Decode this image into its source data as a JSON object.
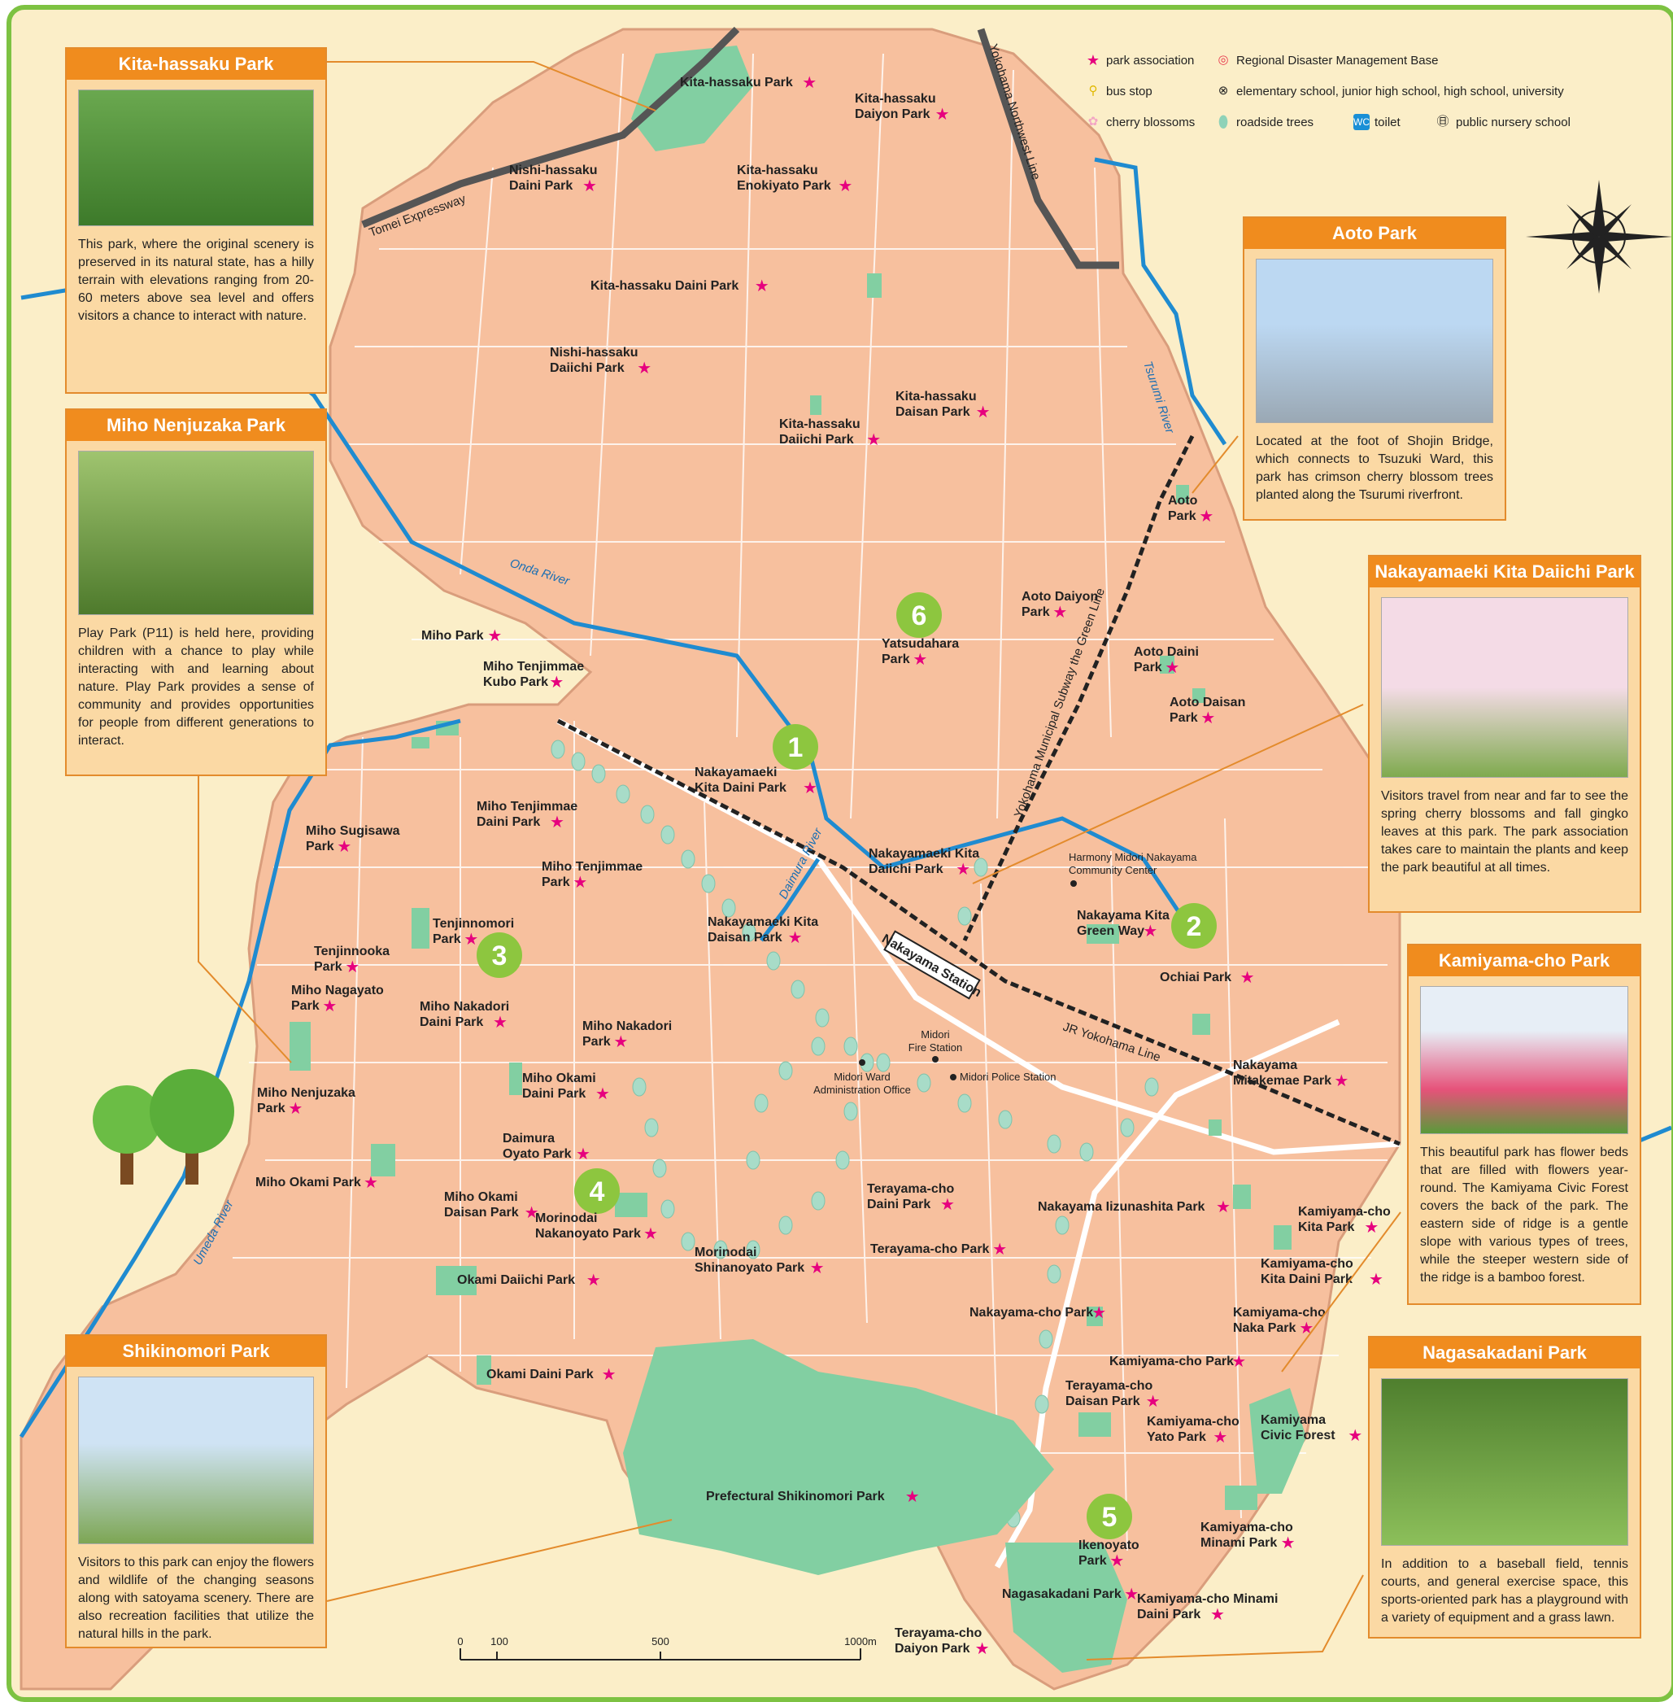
{
  "legend": {
    "park_association": "park association",
    "disaster_base": "Regional Disaster Management Base",
    "bus_stop": "bus stop",
    "schools": "elementary school, junior high school, high school, university",
    "cherry": "cherry blossoms",
    "roadside": "roadside trees",
    "toilet": "toilet",
    "nursery": "public nursery school"
  },
  "boxes": {
    "kita_hassaku": {
      "title": "Kita-hassaku Park",
      "text": "This park, where the original scenery is preserved in its natural state, has a hilly terrain with elevations ranging from 20-60 meters above sea level and offers visitors a chance to interact with nature."
    },
    "miho_nenjuzaka": {
      "title": "Miho Nenjuzaka Park",
      "text": "Play Park (P11) is held here, providing children with a chance to play while interacting with and learning about nature. Play Park provides a sense of community and provides opportunities for people from different generations to interact."
    },
    "shikinomori": {
      "title": "Shikinomori Park",
      "text": "Visitors to this park can enjoy the flowers and wildlife of the changing seasons along with satoyama scenery. There are also recreation facilities that utilize the natural hills in the park."
    },
    "aoto": {
      "title": "Aoto Park",
      "text": "Located at the foot of Shojin Bridge, which connects to Tsuzuki Ward, this park has crimson cherry blossom trees planted along the Tsurumi riverfront."
    },
    "nakayamaeki": {
      "title": "Nakayamaeki Kita Daiichi Park",
      "text": "Visitors travel from near and far to see the spring cherry blossoms and fall gingko leaves at this park. The park association takes care to maintain the plants and keep the park beautiful at all times."
    },
    "kamiyama": {
      "title": "Kamiyama-cho Park",
      "text": "This beautiful park has flower beds that are filled with flowers year-round. The Kamiyama Civic Forest covers the back of the park. The eastern side of ridge is a gentle slope with various types of trees, while the steeper western side of the ridge is a bamboo forest."
    },
    "nagasakadani": {
      "title": "Nagasakadani Park",
      "text": "In addition to a baseball field, tennis courts, and general exercise space, this sports-oriented park has a playground with a variety of equipment and a grass lawn."
    }
  },
  "map": {
    "rivers": {
      "onda": "Onda River",
      "tsurumi": "Tsurumi River",
      "umeda": "Umeda River",
      "daimura": "Daimura River"
    },
    "roads": {
      "tomei": "Tomei Expressway",
      "yokohama_nw": "Yokohama Northwest Line",
      "subway": "Yokohama Municipal Subway the Green Line",
      "jr": "JR Yokohama Line",
      "station": "Nakayama Station"
    },
    "numbers": [
      "1",
      "2",
      "3",
      "4",
      "5",
      "6"
    ],
    "facilities": {
      "harmony": [
        "Harmony Midori Nakayama",
        "Community Center"
      ],
      "fire": [
        "Midori",
        "Fire Station"
      ],
      "police": "Midori Police Station",
      "ward": [
        "Midori Ward",
        "Administration Office"
      ]
    },
    "labels": [
      [
        "Kita-hassaku Park"
      ],
      [
        "Kita-hassaku",
        "Daiyon Park"
      ],
      [
        "Nishi-hassaku",
        "Daini Park"
      ],
      [
        "Kita-hassaku",
        "Enokiyato Park"
      ],
      [
        "Kita-hassaku Daini Park"
      ],
      [
        "Nishi-hassaku",
        "Daiichi Park"
      ],
      [
        "Kita-hassaku",
        "Daisan Park"
      ],
      [
        "Kita-hassaku",
        "Daiichi Park"
      ],
      [
        "Aoto",
        "Park"
      ],
      [
        "Aoto Daiyon",
        "Park"
      ],
      [
        "Yatsudahara",
        "Park"
      ],
      [
        "Aoto Daini",
        "Park"
      ],
      [
        "Aoto Daisan",
        "Park"
      ],
      [
        "Miho Park"
      ],
      [
        "Miho Tenjimmae",
        "Kubo Park"
      ],
      [
        "Nakayamaeki",
        "Kita Daini Park"
      ],
      [
        "Miho Tenjimmae",
        "Daini Park"
      ],
      [
        "Miho Sugisawa",
        "Park"
      ],
      [
        "Miho Tenjimmae",
        "Park"
      ],
      [
        "Nakayamaeki Kita",
        "Daiichi Park"
      ],
      [
        "Tenjinnomori",
        "Park"
      ],
      [
        "Nakayamaeki Kita",
        "Daisan Park"
      ],
      [
        "Nakayama Kita",
        "Green Way"
      ],
      [
        "Tenjinnooka",
        "Park"
      ],
      [
        "Ochiai Park"
      ],
      [
        "Miho Nagayato",
        "Park"
      ],
      [
        "Miho Nakadori",
        "Daini Park"
      ],
      [
        "Miho Nakadori",
        "Park"
      ],
      [
        "Nakayama",
        "Mitakemae Park"
      ],
      [
        "Miho Okami",
        "Daini Park"
      ],
      [
        "Miho Nenjuzaka",
        "Park"
      ],
      [
        "Daimura",
        "Oyato Park"
      ],
      [
        "Miho Okami Park"
      ],
      [
        "Terayama-cho",
        "Daini Park"
      ],
      [
        "Miho Okami",
        "Daisan Park"
      ],
      [
        "Morinodai",
        "Nakanoyato Park"
      ],
      [
        "Nakayama Iizunashita Park"
      ],
      [
        "Kamiyama-cho",
        "Kita Park"
      ],
      [
        "Morinodai",
        "Shinanoyato Park"
      ],
      [
        "Terayama-cho Park"
      ],
      [
        "Kamiyama-cho",
        "Kita Daini Park"
      ],
      [
        "Okami Daiichi Park"
      ],
      [
        "Nakayama-cho Park"
      ],
      [
        "Kamiyama-cho",
        "Naka Park"
      ],
      [
        "Kamiyama-cho Park"
      ],
      [
        "Okami Daini Park"
      ],
      [
        "Terayama-cho",
        "Daisan Park"
      ],
      [
        "Kamiyama",
        "Civic Forest"
      ],
      [
        "Kamiyama-cho",
        "Yato Park"
      ],
      [
        "Prefectural Shikinomori Park"
      ],
      [
        "Ikenoyato",
        "Park"
      ],
      [
        "Kamiyama-cho",
        "Minami Park"
      ],
      [
        "Nagasakadani Park"
      ],
      [
        "Kamiyama-cho Minami",
        "Daini Park"
      ],
      [
        "Terayama-cho",
        "Daiyon Park"
      ]
    ],
    "scale": {
      "ticks": [
        "0",
        "100",
        "500",
        "1000m"
      ]
    }
  }
}
